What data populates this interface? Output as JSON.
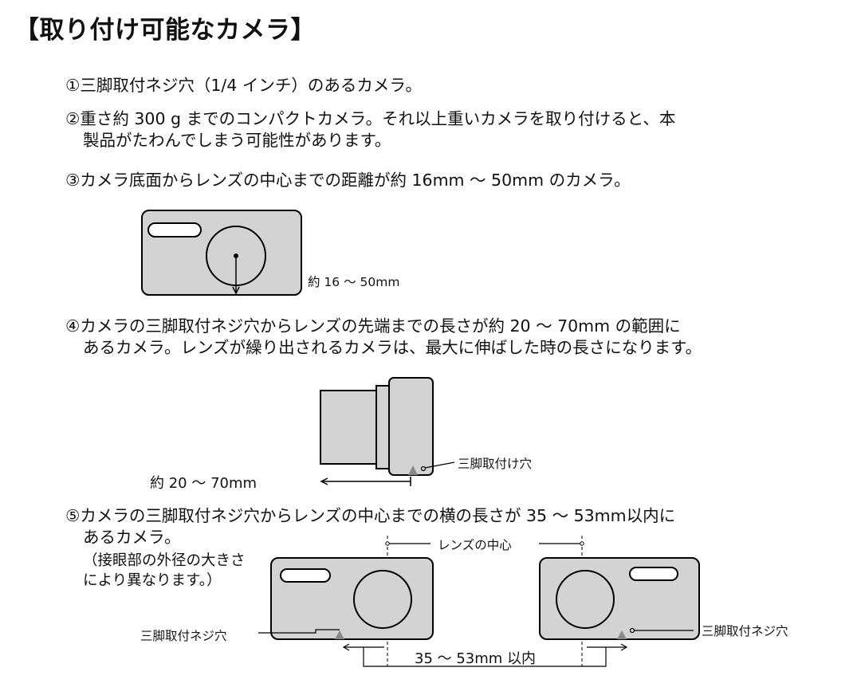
{
  "title": "【取り付け可能なカメラ】",
  "items": [
    {
      "lines": [
        "①三脚取付ネジ穴（1/4 インチ）のあるカメラ。"
      ]
    },
    {
      "lines": [
        "②重さ約 300 g までのコンパクトカメラ。それ以上重いカメラを取り付けると、本",
        "製品がたわんでしまう可能性があります。"
      ]
    },
    {
      "lines": [
        "③カメラ底面からレンズの中心までの距離が約 16mm ～ 50mm のカメラ。"
      ]
    },
    {
      "lines": [
        "④カメラの三脚取付ネジ穴からレンズの先端までの長さが約 20 ～ 70mm の範囲に",
        "あるカメラ。レンズが繰り出されるカメラは、最大に伸ばした時の長さになります。"
      ]
    },
    {
      "lines": [
        "⑤カメラの三脚取付ネジ穴からレンズの中心までの横の長さが 35 ～ 53mm以内に",
        "あるカメラ。"
      ]
    }
  ],
  "item5_note": [
    "（接眼部の外径の大きさ",
    "により異なります。）"
  ],
  "figures": {
    "fig3": {
      "dim_label": "約 16 ～ 50mm"
    },
    "fig4": {
      "dim_label": "約 20 ～ 70mm",
      "hole_label": "三脚取付け穴"
    },
    "fig5": {
      "lens_center_label": "レンズの中心",
      "left_hole_label": "三脚取付ネジ穴",
      "right_hole_label": "三脚取付ネジ穴",
      "distance_label": "35 ～ 53mm 以内"
    }
  }
}
